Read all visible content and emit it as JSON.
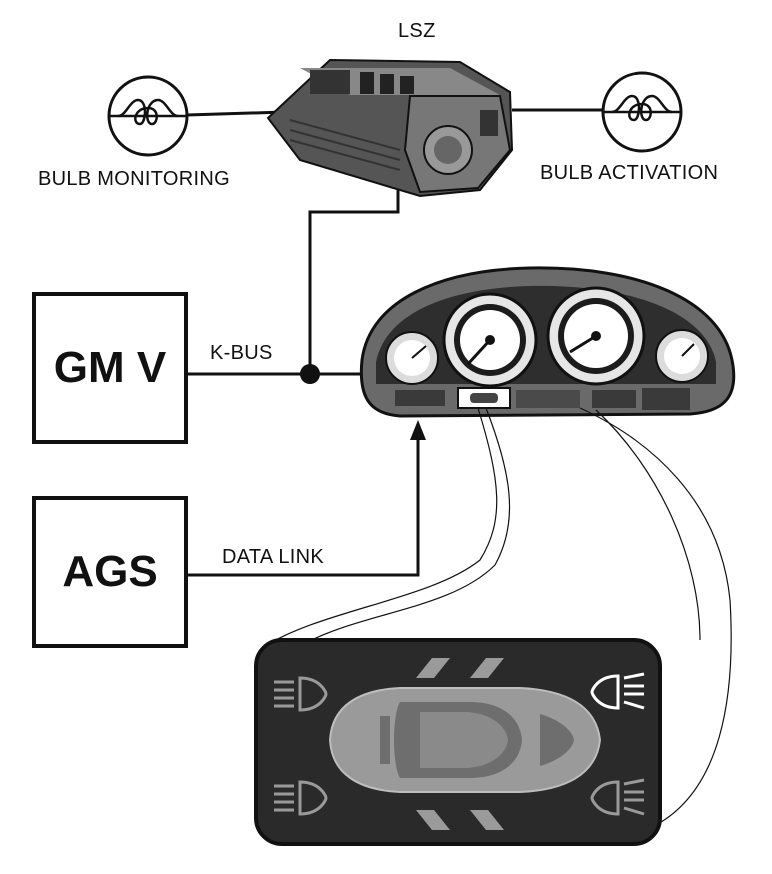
{
  "labels": {
    "lsz": "LSZ",
    "bulb_monitoring": "BULB MONITORING",
    "bulb_activation": "BULB ACTIVATION",
    "k_bus": "K-BUS",
    "data_link": "DATA LINK"
  },
  "boxes": {
    "gmv": "GM V",
    "ags": "AGS"
  },
  "icons": {
    "left_bulb": "bulb-monitoring-icon",
    "right_bulb": "bulb-activation-icon",
    "module": "lsz-light-switch-module-icon",
    "cluster": "instrument-cluster-icon",
    "display": "bulb-failure-display-icon"
  },
  "colors": {
    "line": "#111111",
    "display_bg": "#2a2a2a",
    "car_body": "#9a9a9a"
  }
}
